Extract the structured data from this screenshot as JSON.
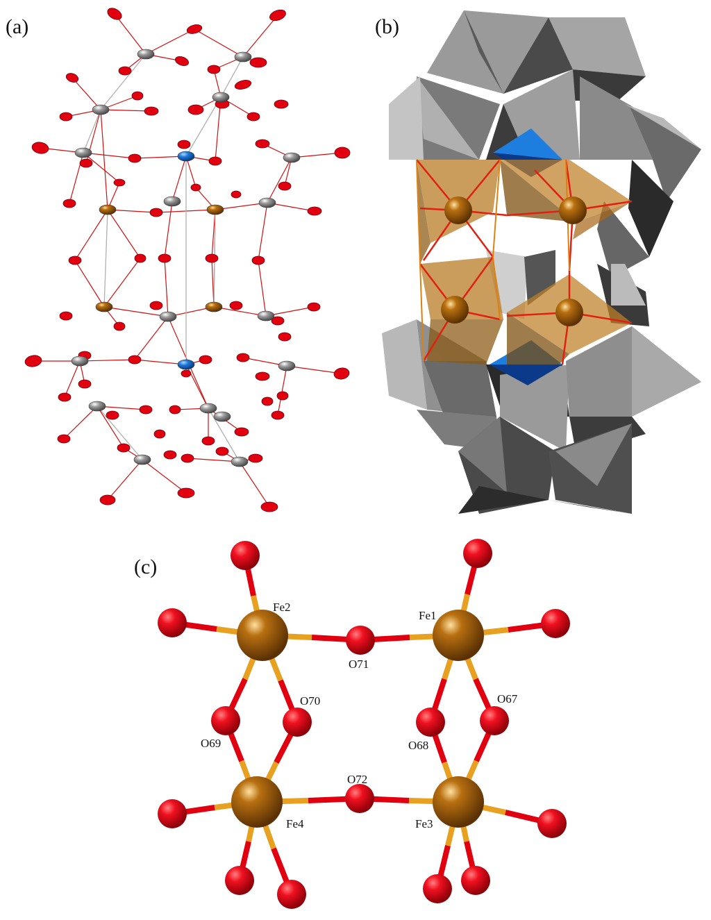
{
  "panels": {
    "a": {
      "label": "(a)"
    },
    "b": {
      "label": "(b)"
    },
    "c": {
      "label": "(c)"
    }
  },
  "atoms": {
    "fe1": "Fe1",
    "fe2": "Fe2",
    "fe3": "Fe3",
    "fe4": "Fe4",
    "o67": "O67",
    "o68": "O68",
    "o69": "O69",
    "o70": "O70",
    "o71": "O71",
    "o72": "O72"
  },
  "colors": {
    "oxygen": "#e00010",
    "iron": "#a8640c",
    "tungsten": "#8a8a8a",
    "central": "#1e78d8",
    "polyhedron_dark": "#3a3a3a",
    "polyhedron_light": "#b4b4b4",
    "fe_polyhedron": "#b87820"
  }
}
